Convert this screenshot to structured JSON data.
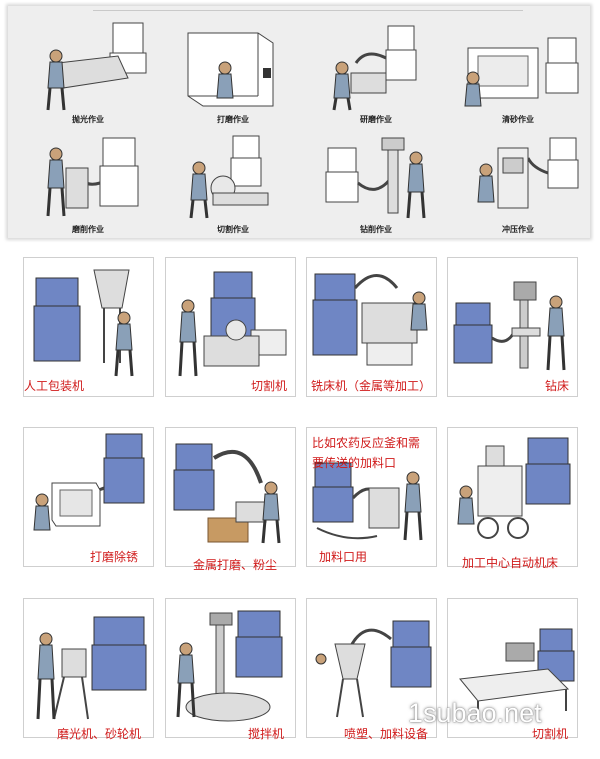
{
  "top_captions": [
    "抛光作业",
    "打磨作业",
    "研磨作业",
    "清砂作业",
    "磨削作业",
    "切割作业",
    "钻削作业",
    "冲压作业"
  ],
  "grid_captions": [
    [
      "人工包装机",
      "切割机",
      "铣床机（金属等加工）",
      "钻床"
    ],
    [
      "打磨除锈",
      "金属打磨、粉尘",
      "加料口用",
      "加工中心自动机床"
    ],
    [
      "磨光机、砂轮机",
      "搅拌机",
      "喷塑、加料设备",
      "切割机"
    ]
  ],
  "annotation": [
    "比如农药反应釜和需",
    "要传送的加料口"
  ],
  "watermark": "1subao.net",
  "colors": {
    "caption_red": "#d01a1a",
    "machine_blue": "#6f86c4",
    "panel_gray": "#eeeeee"
  }
}
